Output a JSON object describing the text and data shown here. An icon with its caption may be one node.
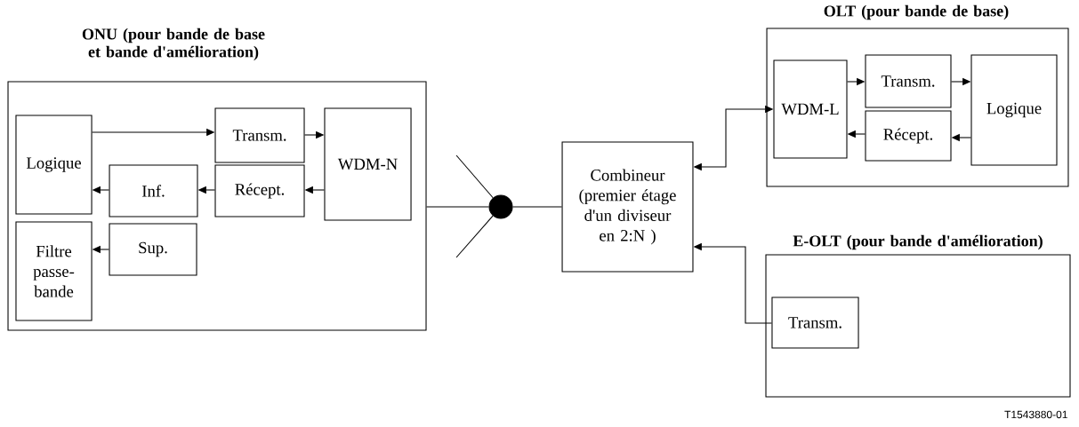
{
  "diagram": {
    "nodes": [
      {
        "text": [
          "ONU (pour bande de base et bande d'amélioration)"
        ]
      },
      {
        "text": [
          "Logique"
        ],
        "in": 0
      },
      {
        "text": [
          "Transm."
        ],
        "in": 0
      },
      {
        "text": [
          "WDM-N"
        ],
        "in": 0
      },
      {
        "text": [
          "Inf."
        ],
        "in": 0
      },
      {
        "text": [
          "Récept."
        ],
        "in": 0
      },
      {
        "text": [
          "Filtre passe-bande"
        ],
        "in": 0
      },
      {
        "text": [
          "Sup."
        ],
        "in": 0
      },
      {
        "text": [],
        "shape": "circle"
      },
      {
        "text": [
          "Combineur (premier étage d'un diviseur en 2:N )"
        ]
      },
      {
        "text": [
          "OLT (pour bande de base)"
        ]
      },
      {
        "text": [
          "WDM-L"
        ],
        "in": 10
      },
      {
        "text": [
          "Transm."
        ],
        "in": 10
      },
      {
        "text": [
          "Logique"
        ],
        "in": 10
      },
      {
        "text": [
          "Récept."
        ],
        "in": 10
      },
      {
        "text": [
          "E-OLT (pour bande d'amélioration)"
        ]
      },
      {
        "text": [
          "Transm."
        ],
        "in": 15
      }
    ],
    "edges": [
      {
        "from": 1,
        "to": 2,
        "arrow": "to"
      },
      {
        "from": 2,
        "to": 3,
        "arrow": "to"
      },
      {
        "from": 3,
        "to": 5,
        "arrow": "to"
      },
      {
        "from": 5,
        "to": 4,
        "arrow": "to"
      },
      {
        "from": 4,
        "to": 1,
        "arrow": "to"
      },
      {
        "from": 7,
        "to": 6,
        "arrow": "to"
      },
      {
        "from": 0,
        "to": 8,
        "arrow": "none"
      },
      {
        "from": 8,
        "to": 9,
        "arrow": "none"
      },
      {
        "from": null,
        "to": 8,
        "arrow": "none"
      },
      {
        "from": null,
        "to": 8,
        "arrow": "none"
      },
      {
        "from": 9,
        "to": 11,
        "arrow": "both"
      },
      {
        "from": 11,
        "to": 12,
        "arrow": "to"
      },
      {
        "from": 12,
        "to": 13,
        "arrow": "to"
      },
      {
        "from": 13,
        "to": 14,
        "arrow": "to"
      },
      {
        "from": 14,
        "to": 11,
        "arrow": "to"
      },
      {
        "from": 16,
        "to": 9,
        "arrow": "to"
      }
    ],
    "labels": [
      "T1543880-01"
    ]
  }
}
